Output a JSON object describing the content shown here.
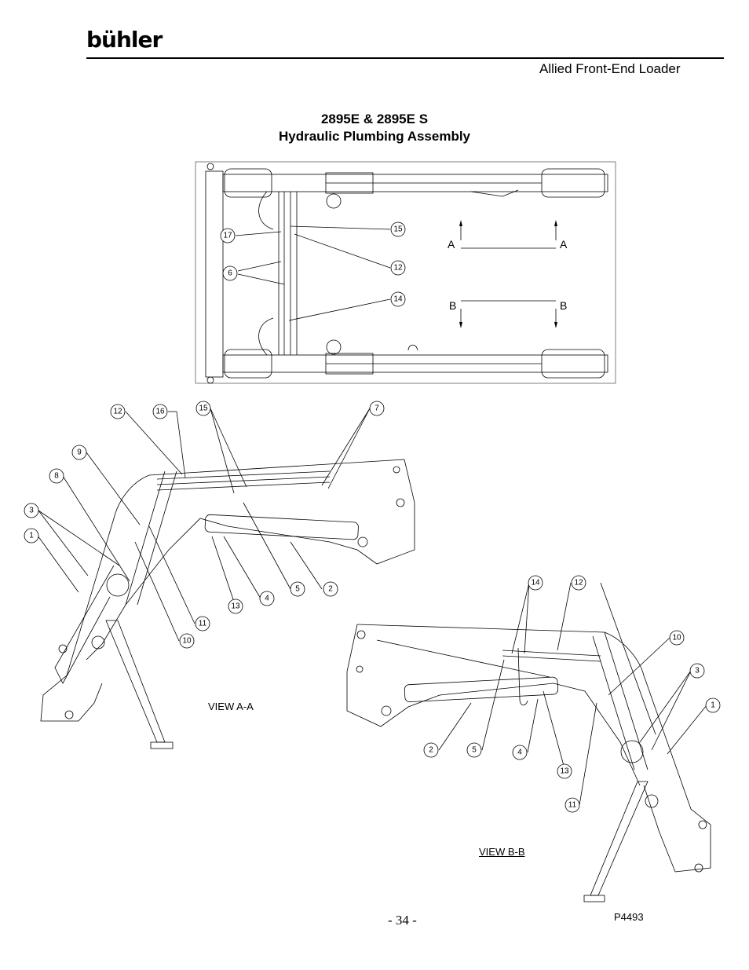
{
  "header": {
    "logo": "bühler",
    "subtitle": "Allied Front-End Loader"
  },
  "title": {
    "line1": "2895E & 2895E S",
    "line2": "Hydraulic Plumbing Assembly"
  },
  "top_view": {
    "callouts": [
      "17",
      "15",
      "6",
      "12",
      "14"
    ],
    "section_labels": {
      "a_left": "A",
      "a_right": "A",
      "b_left": "B",
      "b_right": "B"
    }
  },
  "view_a": {
    "label": "VIEW A-A",
    "callouts": [
      "12",
      "16",
      "15",
      "7",
      "9",
      "8",
      "3",
      "1",
      "4",
      "5",
      "2",
      "13",
      "11",
      "10"
    ]
  },
  "view_b": {
    "label": "VIEW B-B",
    "callouts": [
      "14",
      "12",
      "10",
      "3",
      "1",
      "2",
      "5",
      "4",
      "13",
      "11"
    ]
  },
  "footer": {
    "page_number": "- 34 -",
    "drawing_code": "P4493"
  }
}
